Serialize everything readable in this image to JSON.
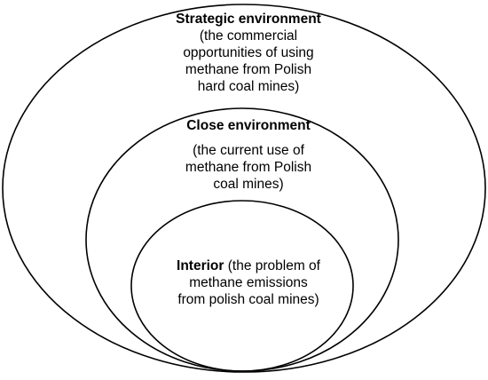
{
  "diagram": {
    "strategic": {
      "title": "Strategic environment",
      "description_lines": [
        "(the commercial",
        "opportunities of using",
        "methane from Polish",
        "hard coal mines)"
      ]
    },
    "close": {
      "title": "Close environment",
      "description_lines": [
        "(the current use of",
        "methane from Polish",
        "coal mines)"
      ]
    },
    "interior": {
      "title": "Interior",
      "title_suffix": " (the problem of",
      "description_lines": [
        "methane emissions",
        "from polish coal mines)"
      ]
    }
  }
}
